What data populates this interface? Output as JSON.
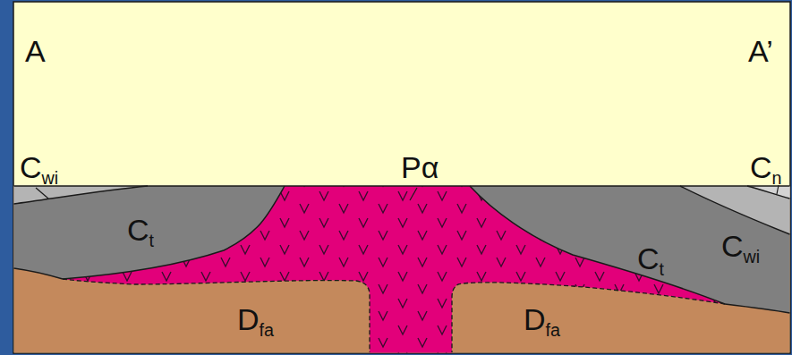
{
  "diagram": {
    "labels": [
      "A",
      "A’",
      "Cwi",
      "Pα",
      "Cn",
      "Ct",
      "Cwi",
      "Ct",
      "Dfa",
      "Dfa"
    ]
  }
}
